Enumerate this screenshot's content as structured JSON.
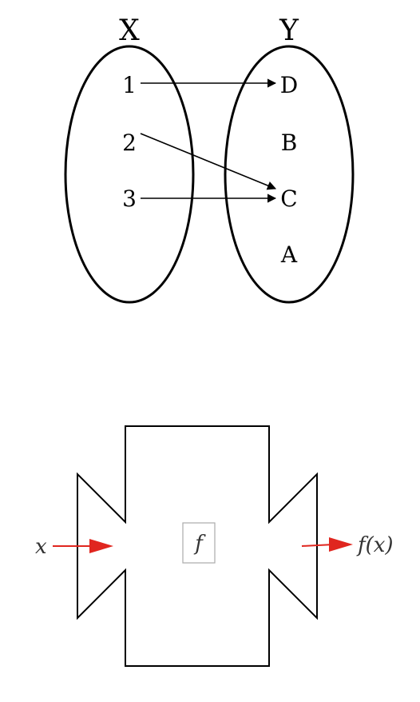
{
  "mapping": {
    "domain_label": "X",
    "codomain_label": "Y",
    "domain_elements": [
      "1",
      "2",
      "3"
    ],
    "codomain_elements": [
      "D",
      "B",
      "C",
      "A"
    ],
    "arrows": [
      {
        "from": "1",
        "to": "D"
      },
      {
        "from": "2",
        "to": "C"
      },
      {
        "from": "3",
        "to": "C"
      }
    ]
  },
  "machine": {
    "input_label": "x",
    "function_label": "f",
    "output_label": "f(x)",
    "arrow_color": "#e0261f"
  }
}
